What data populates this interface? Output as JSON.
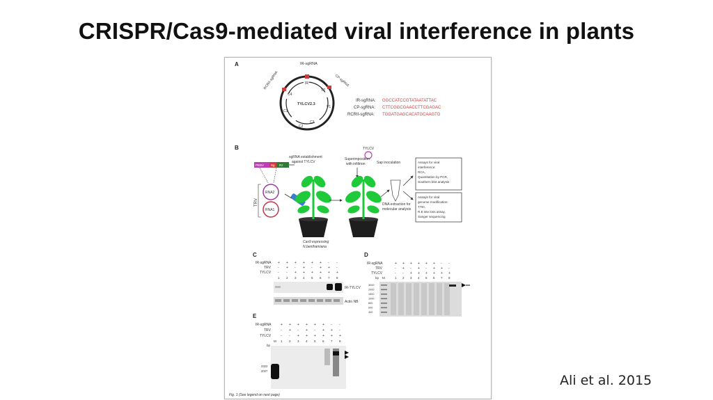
{
  "slide": {
    "title": "CRISPR/Cas9-mediated viral interference in plants",
    "citation": "Ali et al. 2015"
  },
  "figure": {
    "panel_a": {
      "label": "A",
      "genome_label": "TYLCV2.3",
      "top_label": "IR-sgRNA",
      "ir": "IR",
      "cp_label": "CP-sgRNA",
      "rcrii_label": "RCRII-sgRNA",
      "genes": [
        "V2",
        "V1",
        "C3",
        "C2",
        "C1",
        "C4"
      ],
      "sgrnas": [
        {
          "name": "IR-sgRNA:",
          "seq": "GGCCATCCGTATAATATTAC"
        },
        {
          "name": "CP-sgRNA:",
          "seq": "CTTCGGCGAACCTTCGAGAC"
        },
        {
          "name": "RCRII-sgRNA:",
          "seq": "TGGATGAGCACATGCAAGTG"
        }
      ]
    },
    "panel_b": {
      "label": "B",
      "pebv": "PEBV",
      "sg": "Sg",
      "rz": "Rz",
      "trv": "TRV",
      "rna2": "RNA2",
      "rna1": "RNA1",
      "step1": [
        "sgRNA establishment",
        "against TYLCV"
      ],
      "tylcv": "TYLCV",
      "step2": [
        "Superimposition",
        "with infiltrion"
      ],
      "sap": "Sap inoculation",
      "cas9": [
        "Cas9 expressing",
        "N.benthamiana"
      ],
      "dna": [
        "DNA extraction for",
        "molecular analysis"
      ],
      "assay1": [
        "Assays for viral",
        "interference:",
        "RCA,",
        "Quantitation by PCR,",
        "Southern blot analysis"
      ],
      "assay2": [
        "Assays for viral",
        "genome modification:",
        "T7EI,",
        "R.E site loss assay,",
        "Sanger sequencing"
      ]
    },
    "panel_c": {
      "label": "C",
      "rows": [
        {
          "name": "IR-sgRNA",
          "marks": [
            "+",
            "+",
            "+",
            "+",
            "+",
            "+",
            "-",
            "-"
          ]
        },
        {
          "name": "TRV",
          "marks": [
            "-",
            "+",
            "-",
            "+",
            "-",
            "+",
            "+",
            "-"
          ]
        },
        {
          "name": "TYLCV",
          "marks": [
            "-",
            "-",
            "+",
            "+",
            "+",
            "+",
            "+",
            "+"
          ]
        }
      ],
      "lanes": [
        "1",
        "2",
        "3",
        "4",
        "5",
        "6",
        "7",
        "8"
      ],
      "band1": "IR-TYLCV",
      "band2": "Actin NB"
    },
    "panel_d": {
      "label": "D",
      "rows": [
        {
          "name": "IR-sgRNA",
          "marks": [
            "+",
            "+",
            "+",
            "+",
            "+",
            "+",
            "-",
            "-"
          ]
        },
        {
          "name": "TRV",
          "marks": [
            "-",
            "+",
            "-",
            "+",
            "-",
            "+",
            "+",
            "-"
          ]
        },
        {
          "name": "TYLCV",
          "marks": [
            "-",
            "-",
            "+",
            "+",
            "+",
            "+",
            "+",
            "+"
          ]
        }
      ],
      "bp": "bp",
      "m": "M",
      "lanes": [
        "1",
        "2",
        "3",
        "4",
        "5",
        "6",
        "7",
        "8"
      ],
      "ladder": [
        "3000",
        "2000",
        "1500",
        "1000",
        "800",
        "600",
        "400"
      ]
    },
    "panel_e": {
      "label": "E",
      "rows": [
        {
          "name": "IR-sgRNA",
          "marks": [
            "+",
            "+",
            "+",
            "+",
            "+",
            "+",
            "-",
            "-"
          ]
        },
        {
          "name": "TRV",
          "marks": [
            "-",
            "+",
            "-",
            "+",
            "-",
            "+",
            "+",
            "-"
          ]
        },
        {
          "name": "TYLCV",
          "marks": [
            "-",
            "-",
            "+",
            "+",
            "+",
            "+",
            "+",
            "+"
          ]
        }
      ],
      "bp": "bp",
      "m": "M",
      "lanes": [
        "1",
        "2",
        "3",
        "4",
        "5",
        "6",
        "7",
        "8"
      ],
      "ladder": [
        "2322",
        "2027"
      ]
    },
    "caption": "Fig. 1 (See legend on next page)"
  }
}
